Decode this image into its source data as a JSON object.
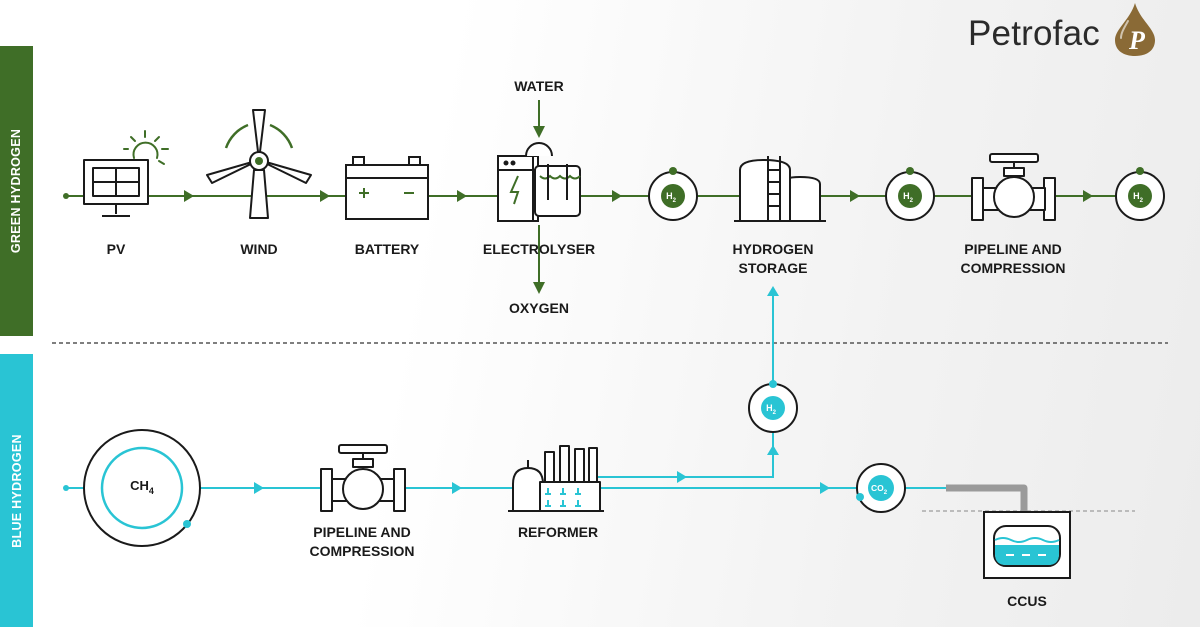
{
  "brand": {
    "name": "Petrofac",
    "logo_letter": "P",
    "logo_color": "#8a6a36"
  },
  "sections": {
    "green": {
      "title": "GREEN HYDROGEN",
      "color": "#3f6e27"
    },
    "blue": {
      "title": "BLUE HYDROGEN",
      "color": "#29c4d4"
    }
  },
  "green_labels": {
    "pv": "PV",
    "wind": "WIND",
    "battery": "BATTERY",
    "electrolyser": "ELECTROLYSER",
    "water": "WATER",
    "oxygen": "OXYGEN",
    "hydrogen_storage": "HYDROGEN\nSTORAGE",
    "pipeline_compression": "PIPELINE AND\nCOMPRESSION"
  },
  "blue_labels": {
    "methane_main": "CH",
    "methane_sub": "4",
    "pipeline_compression": "PIPELINE AND\nCOMPRESSION",
    "reformer": "REFORMER",
    "ccus": "CCUS"
  },
  "badges": {
    "h2_main": "H",
    "h2_sub": "2",
    "co2_main": "CO",
    "co2_sub": "2"
  },
  "icons": [
    "solar-panel-icon",
    "sun-icon",
    "wind-turbine-icon",
    "battery-icon",
    "electrolyser-icon",
    "storage-tank-icon",
    "pipeline-valve-icon",
    "reformer-plant-icon",
    "ccus-tank-icon"
  ]
}
